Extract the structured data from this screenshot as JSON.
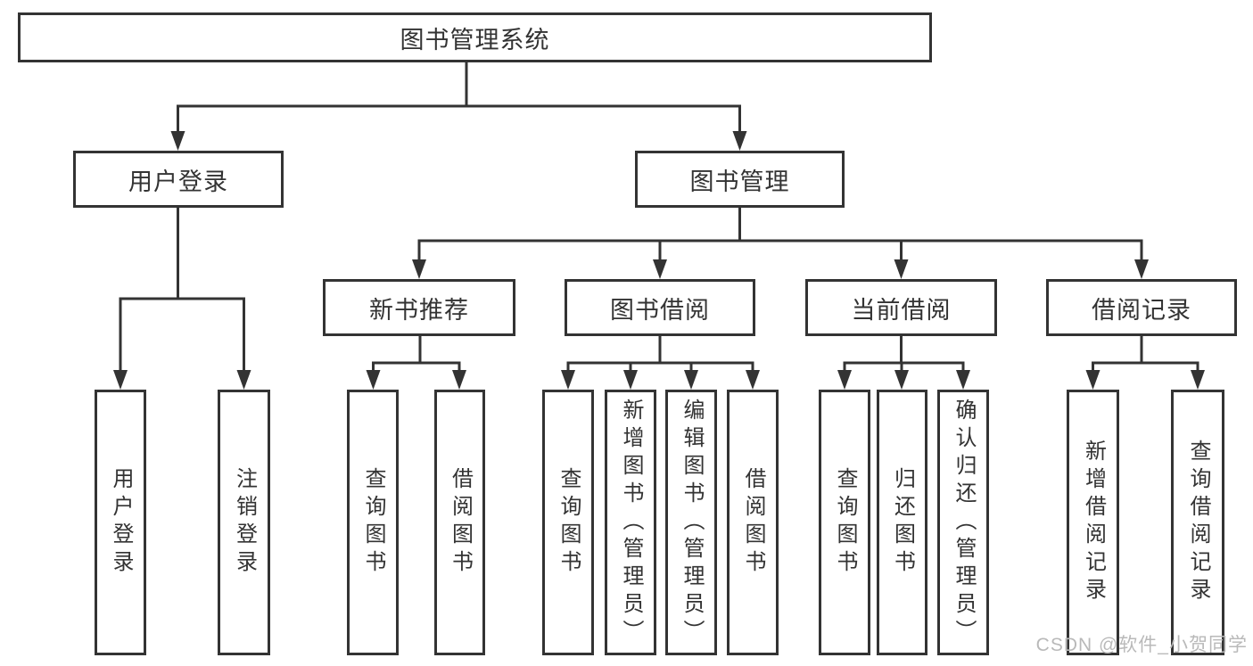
{
  "title": {
    "label": "图书管理系统"
  },
  "nodes": {
    "user_login": {
      "label": "用户登录"
    },
    "book_mgmt": {
      "label": "图书管理"
    },
    "new_book_rec": {
      "label": "新书推荐"
    },
    "book_borrow": {
      "label": "图书借阅"
    },
    "current_borrow": {
      "label": "当前借阅"
    },
    "borrow_records": {
      "label": "借阅记录"
    }
  },
  "leaves": {
    "user_login": [
      "用户登录",
      "注销登录"
    ],
    "new_book_rec": [
      "查询图书",
      "借阅图书"
    ],
    "book_borrow": [
      "查询图书",
      "新增图书（管理员）",
      "编辑图书（管理员）",
      "借阅图书"
    ],
    "current_borrow": [
      "查询图书",
      "归还图书",
      "确认归还（管理员）"
    ],
    "borrow_records": [
      "新增借阅记录",
      "查询借阅记录"
    ]
  },
  "watermark": {
    "text": "CSDN @软件_小贺同学"
  },
  "colors": {
    "line": "#333333",
    "text": "#333333",
    "watermark": "#b9b9b9",
    "background": "#ffffff"
  }
}
